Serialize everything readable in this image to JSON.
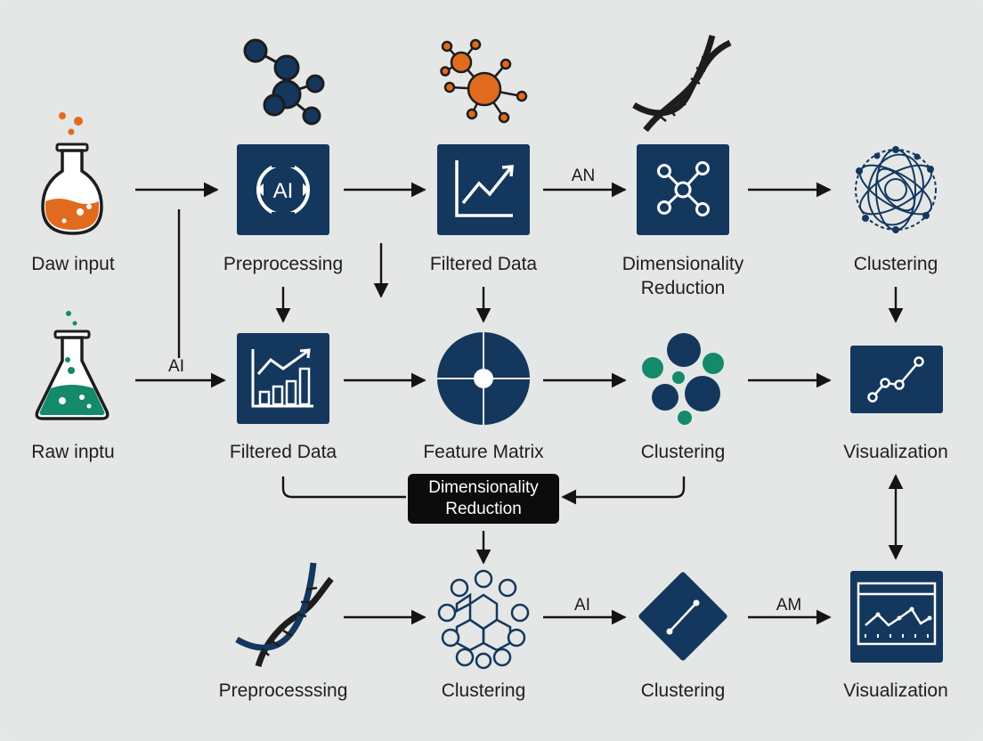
{
  "colors": {
    "navy": "#14375e",
    "orange": "#e06b1f",
    "green": "#138a6a",
    "arrow": "#141414",
    "background": "#e4e7e6"
  },
  "row1": {
    "source_label": "Daw input",
    "preprocessing_label": "Preprocessing",
    "preprocessing_icon_text": "AI",
    "filtered_label": "Filtered Data",
    "dimred_label": "Dimensionality Reduction",
    "clustering_label": "Clustering",
    "edge_filtered_to_dimred": "AN"
  },
  "row2": {
    "source_label": "Raw inptu",
    "edge_source_to_filtered": "AI",
    "filtered_label": "Filtered Data",
    "feature_label": "Feature Matrix",
    "clustering_label": "Clustering",
    "visualization_label": "Visualization"
  },
  "center_box": {
    "label": "Dimensionality Reduction"
  },
  "row3": {
    "preprocessing_label": "Preprocesssing",
    "clustering_label": "Clustering",
    "clustering2_label": "Clustering",
    "visualization_label": "Visualization",
    "edge_clustering_to_clustering2": "AI",
    "edge_clustering2_to_visualization": "AM"
  },
  "icons": {
    "flask_orange": "flask-orange-icon",
    "flask_green": "flask-green-icon",
    "molecule_navy": "molecule-navy-icon",
    "molecule_orange": "molecule-orange-icon",
    "dna": "dna-icon",
    "network_ball": "network-ball-icon",
    "ai_chip": "ai-chip-icon",
    "line_chart": "line-chart-icon",
    "network_nodes": "network-nodes-icon",
    "bar_chart": "bar-chart-icon",
    "crosshair_circle": "crosshair-circle-icon",
    "bubbles": "bubbles-icon",
    "scatter_line": "scatter-line-icon",
    "hexagon_graph": "hexagon-graph-icon",
    "diamond_link": "diamond-link-icon",
    "monitor_chart": "monitor-chart-icon"
  }
}
